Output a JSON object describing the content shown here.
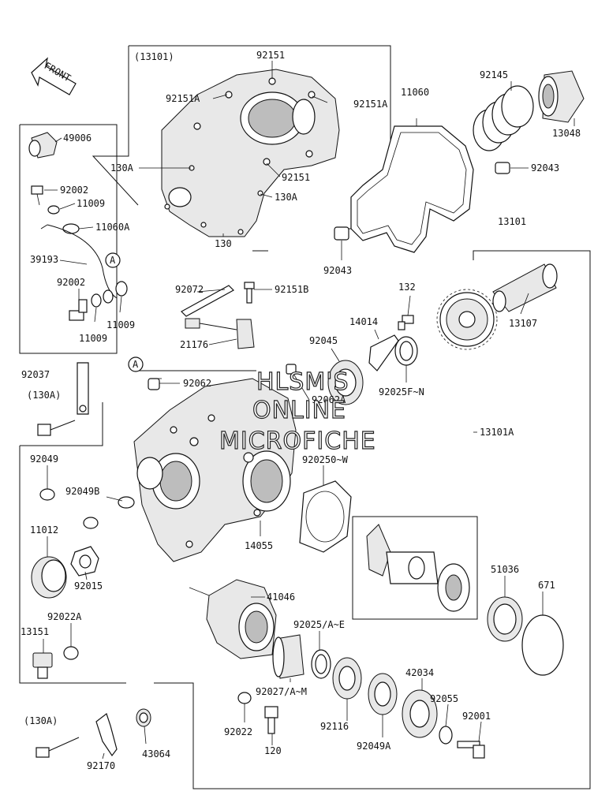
{
  "front_label": "FRONT",
  "watermark": [
    "HLSM'S",
    "ONLINE",
    "MICROFICHE"
  ],
  "callouts": {
    "c13101_box": "(13101)",
    "c92151_top": "92151",
    "c92151A_left": "92151A",
    "c92151A_right": "92151A",
    "c130A_left": "130A",
    "c92151_mid": "92151",
    "c130A_right": "130A",
    "c130": "130",
    "c49006": "49006",
    "c92002_a": "92002",
    "c11009_a": "11009",
    "c11060A": "11060A",
    "c39193": "39193",
    "c92002_b": "92002",
    "c11009_b": "11009",
    "c11009_c": "11009",
    "cA_1": "A",
    "cA_2": "A",
    "c11060": "11060",
    "c92145": "92145",
    "c13048": "13048",
    "c92043_a": "92043",
    "c92043_b": "92043",
    "c13101": "13101",
    "c132": "132",
    "c13107": "13107",
    "c92072": "92072",
    "c92151B": "92151B",
    "c14014": "14014",
    "c92045": "92045",
    "c21176": "21176",
    "c92025FN": "92025F~N",
    "c92062": "92062",
    "c92062A": "92062A",
    "c92037": "92037",
    "c130A_b": "(130A)",
    "c13101A": "13101A",
    "c92049": "92049",
    "c92049B": "92049B",
    "c92025OW": "920250~W",
    "c11012": "11012",
    "c14055": "14055",
    "c92015": "92015",
    "c51036": "51036",
    "c671": "671",
    "c41046": "41046",
    "c92022A": "92022A",
    "c13151": "13151",
    "c92025AE": "92025/A~E",
    "c42034": "42034",
    "c92027AM": "92027/A~M",
    "c92055": "92055",
    "c130A_c": "(130A)",
    "c92001": "92001",
    "c92022": "92022",
    "c92116": "92116",
    "c92049A": "92049A",
    "c120": "120",
    "c92170": "92170",
    "c43064": "43064"
  }
}
